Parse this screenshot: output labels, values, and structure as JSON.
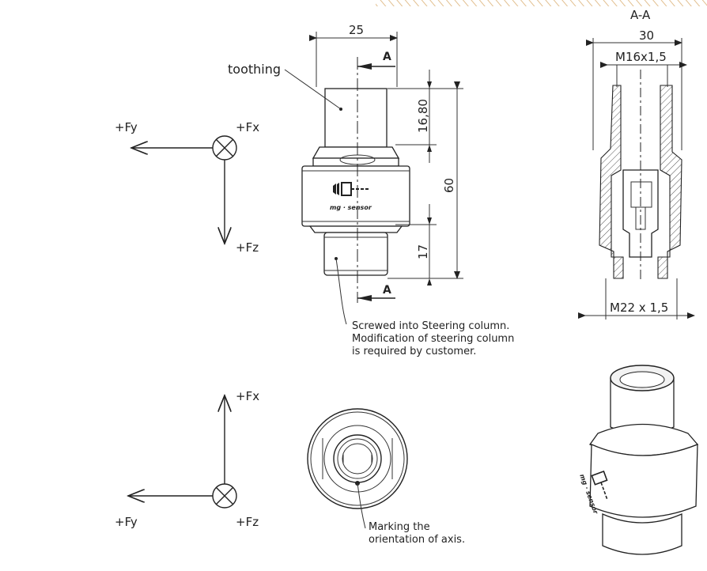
{
  "section_label": "A-A",
  "cut_marker": "A",
  "dimensions": {
    "width_top": "25",
    "section_width": "30",
    "top_thread": "M16x1,5",
    "bottom_thread": "M22 x 1,5",
    "toothing_height": "16,80",
    "total_height": "60",
    "thread_height": "17"
  },
  "labels": {
    "toothing": "toothing",
    "screwed_note": [
      "Screwed into Steering column.",
      "Modification of steering column",
      "is required by customer."
    ],
    "marking_note": [
      "Marking the",
      "orientation of axis."
    ]
  },
  "axes_top": {
    "fy": "+Fy",
    "fx": "+Fx",
    "fz": "+Fz"
  },
  "axes_bottom": {
    "fx": "+Fx",
    "fy": "+Fy",
    "fz": "+Fz"
  },
  "brand": "mg · sensor",
  "colors": {
    "line": "#222222",
    "banner": "#e8c9a0"
  }
}
